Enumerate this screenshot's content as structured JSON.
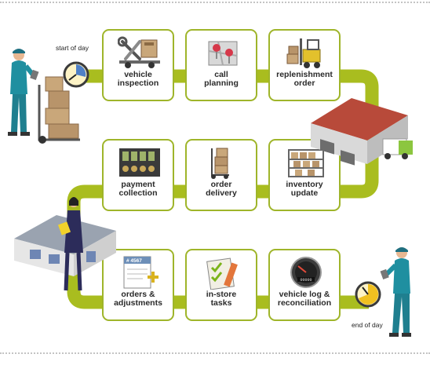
{
  "labels": {
    "start": "start of day",
    "end": "end of day"
  },
  "colors": {
    "track": "#a9bd1f",
    "card_border": "#9fb52a",
    "worker_uniform": "#1f8fa0",
    "warehouse_roof": "#b84a3a",
    "truck": "#8cc63f"
  },
  "steps": [
    {
      "label": "vehicle\ninspection",
      "icon": "wrench-icon"
    },
    {
      "label": "call\nplanning",
      "icon": "map-pin-icon"
    },
    {
      "label": "replenishment\norder",
      "icon": "forklift-icon"
    },
    {
      "label": "payment\ncollection",
      "icon": "cash-register-icon"
    },
    {
      "label": "order\ndelivery",
      "icon": "hand-truck-icon"
    },
    {
      "label": "inventory\nupdate",
      "icon": "shelves-icon"
    },
    {
      "label": "orders &\nadjustments",
      "icon": "invoice-icon"
    },
    {
      "label": "in-store\ntasks",
      "icon": "checklist-icon"
    },
    {
      "label": "vehicle log &\nreconciliation",
      "icon": "gauge-icon"
    }
  ],
  "invoice_number": "# 4567",
  "gauge_text": "00000"
}
